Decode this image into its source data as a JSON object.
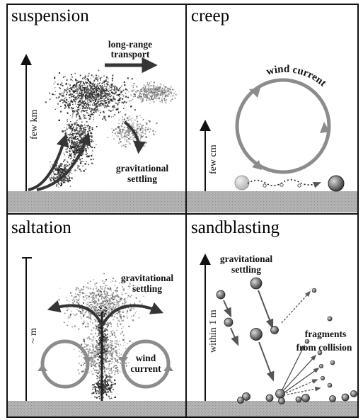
{
  "colors": {
    "ground": "#b3b3b3",
    "arrow_dark": "#353535",
    "arrow_grey": "#8c8c8c",
    "particle": "#7a7a7a"
  },
  "panels": {
    "suspension": {
      "title": "suspension",
      "axis_label": "few km",
      "label_transport": [
        "long-range",
        "transport"
      ],
      "label_settling": [
        "gravitational",
        "settling"
      ]
    },
    "creep": {
      "title": "creep",
      "axis_label": "few cm",
      "label_wind": "wind current"
    },
    "saltation": {
      "title": "saltation",
      "axis_label": "~ m",
      "label_settling": [
        "gravitational",
        "settling"
      ],
      "label_wind": [
        "wind",
        "current"
      ]
    },
    "sandblasting": {
      "title": "sandblasting",
      "axis_label": "within 1 m",
      "label_settling": [
        "gravitational",
        "settling"
      ],
      "label_fragments": [
        "fragments",
        "from collision"
      ]
    }
  }
}
